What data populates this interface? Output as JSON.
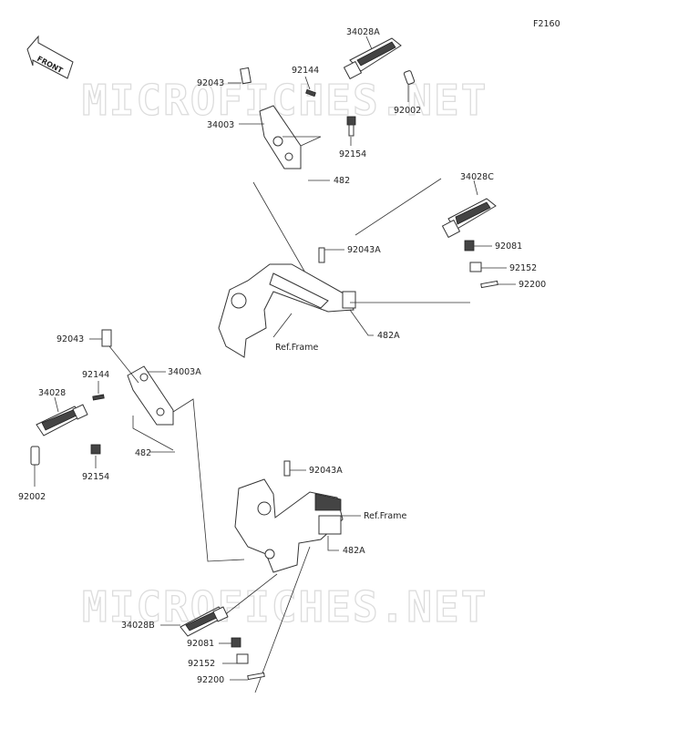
{
  "figure_code": "F2160",
  "front_label": "FRONT",
  "watermark": "MICROFICHES.NET",
  "labels": {
    "p34028A": "34028A",
    "p92043_top": "92043",
    "p92144_top": "92144",
    "p34003": "34003",
    "p92002_top": "92002",
    "p92154_top": "92154",
    "p482_top": "482",
    "p34028C": "34028C",
    "p92043A_mid": "92043A",
    "p92081_right": "92081",
    "p92152_right": "92152",
    "p92200_right": "92200",
    "p482A_mid": "482A",
    "ref_frame_top": "Ref.Frame",
    "p92043_left": "92043",
    "p34003A": "34003A",
    "p92144_left": "92144",
    "p34028": "34028",
    "p482_left": "482",
    "p92154_left": "92154",
    "p92002_left": "92002",
    "p92043A_low": "92043A",
    "ref_frame_low": "Ref.Frame",
    "p482A_low": "482A",
    "p34028B": "34028B",
    "p92081_low": "92081",
    "p92152_low": "92152",
    "p92200_low": "92200"
  }
}
